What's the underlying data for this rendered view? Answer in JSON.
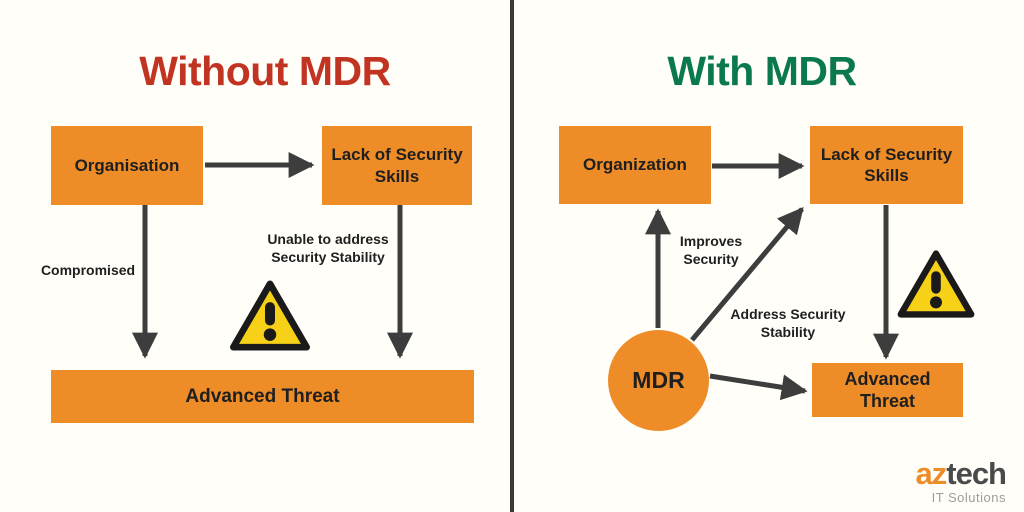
{
  "left": {
    "title": "Without MDR",
    "boxes": {
      "organisation": "Organisation",
      "lack_of_skills": "Lack of Security Skills",
      "advanced_threat": "Advanced Threat"
    },
    "labels": {
      "compromised": "Compromised",
      "unable": "Unable to address Security Stability"
    }
  },
  "right": {
    "title": "With MDR",
    "boxes": {
      "organization": "Organization",
      "lack_of_skills": "Lack of Security Skills",
      "advanced_threat": "Advanced Threat"
    },
    "circle_label": "MDR",
    "labels": {
      "improves": "Improves Security",
      "address": "Address Security Stability"
    }
  },
  "logo": {
    "part1": "az",
    "part2": "tech",
    "subtitle": "IT Solutions"
  },
  "icons": {
    "warning_left": "warning-triangle-icon",
    "warning_right": "warning-triangle-icon"
  },
  "colors": {
    "box_orange": "#EE8C28",
    "title_red": "#C13422",
    "title_green": "#0A7950",
    "arrow_gray": "#3D3D3D",
    "warning_yellow": "#F7D117",
    "logo_gray": "#4A4A4A"
  }
}
